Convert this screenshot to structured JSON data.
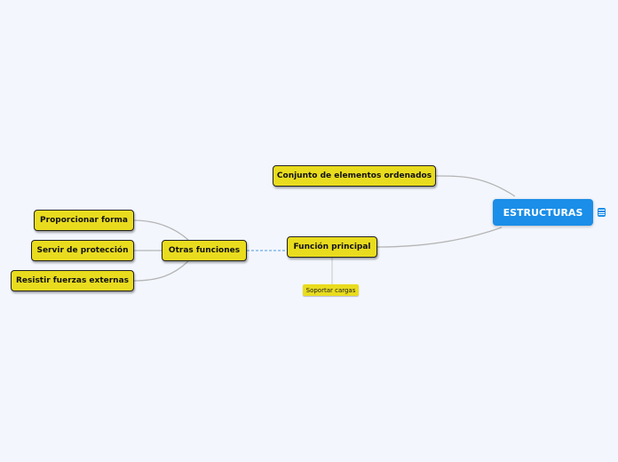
{
  "mindmap": {
    "root": {
      "label": "ESTRUCTURAS",
      "has_note": true
    },
    "nodes": {
      "conjunto": "Conjunto de elementos ordenados",
      "funcion_principal": "Función principal",
      "soportar": "Soportar cargas",
      "otras_funciones": "Otras funciones",
      "proporcionar": "Proporcionar forma",
      "servir": "Servir de protección",
      "resistir": "Resistir fuerzas externas"
    },
    "colors": {
      "background": "#f3f6fd",
      "root": "#1a8ee8",
      "topic": "#e9dc1e",
      "connector": "#b5b5b5",
      "relationship": "#4a9be0"
    },
    "icons": {
      "note": "note-icon"
    }
  }
}
